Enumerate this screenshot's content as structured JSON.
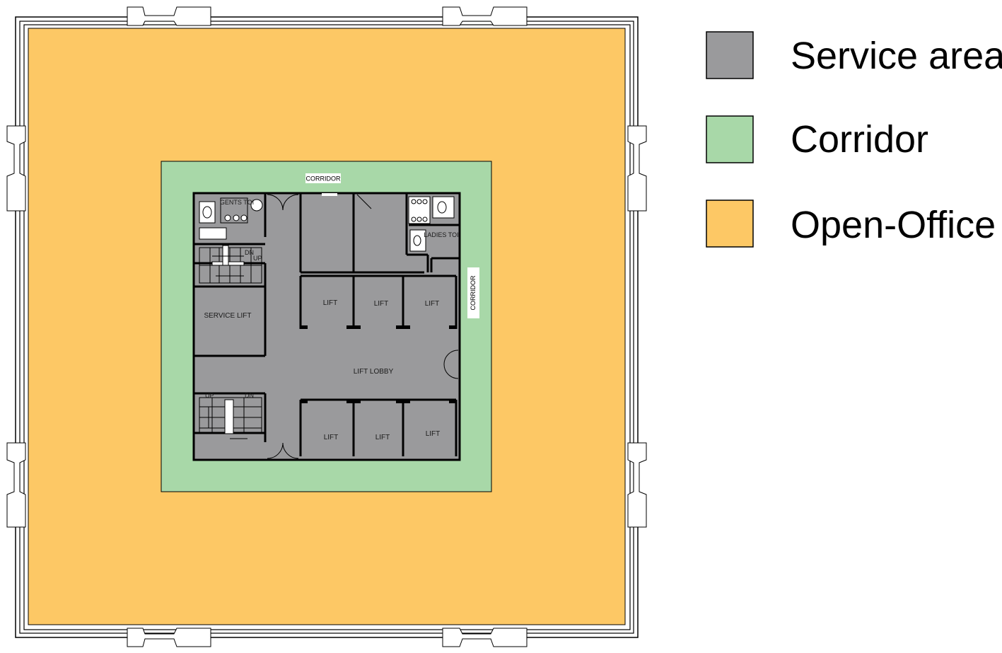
{
  "colors": {
    "service_area": "#9a9a9c",
    "corridor": "#a8d8a8",
    "open_office": "#fdc865",
    "wall": "#000000"
  },
  "plan_labels": {
    "corridor_top": "CORRIDOR",
    "corridor_right": "CORRIDOR",
    "gents_toilet": "GENTS TOI",
    "ladies_toilet": "LADIES TOI",
    "service_lift": "SERVICE LIFT",
    "lift_lobby": "LIFT LOBBY",
    "lifts": [
      "LIFT",
      "LIFT",
      "LIFT",
      "LIFT",
      "LIFT",
      "LIFT"
    ],
    "stair_up_top": "UP",
    "stair_dn_top": "DN",
    "stair_up_bottom": "UP",
    "stair_dn_bottom": "DN"
  },
  "legend": {
    "items": [
      {
        "label": "Service area",
        "color_key": "service_area"
      },
      {
        "label": "Corridor",
        "color_key": "corridor"
      },
      {
        "label": "Open-Office",
        "color_key": "open_office"
      }
    ]
  }
}
